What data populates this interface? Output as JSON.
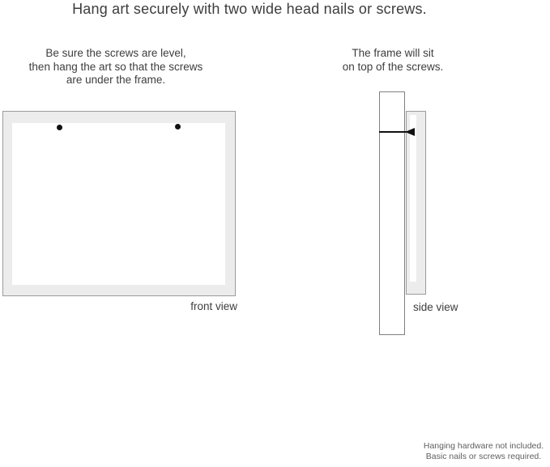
{
  "title": "Hang art securely with two wide head nails or screws.",
  "front_view": {
    "note": "Be sure the screws are level,\nthen hang the art so that the screws\nare under the frame.",
    "label": "front view",
    "nail_count": 2
  },
  "side_view": {
    "note": "The frame will sit\non top of the screws.",
    "label": "side view"
  },
  "footer": {
    "disclaimer": "Hanging hardware not included.\nBasic nails or screws required."
  },
  "colors": {
    "background": "#ffffff",
    "frame_fill": "#ececec",
    "frame_border": "#9b9b9b",
    "wall_border": "#808080",
    "text": "#3d3d3d",
    "muted_text": "#5f5f5f",
    "nail": "#111111"
  }
}
